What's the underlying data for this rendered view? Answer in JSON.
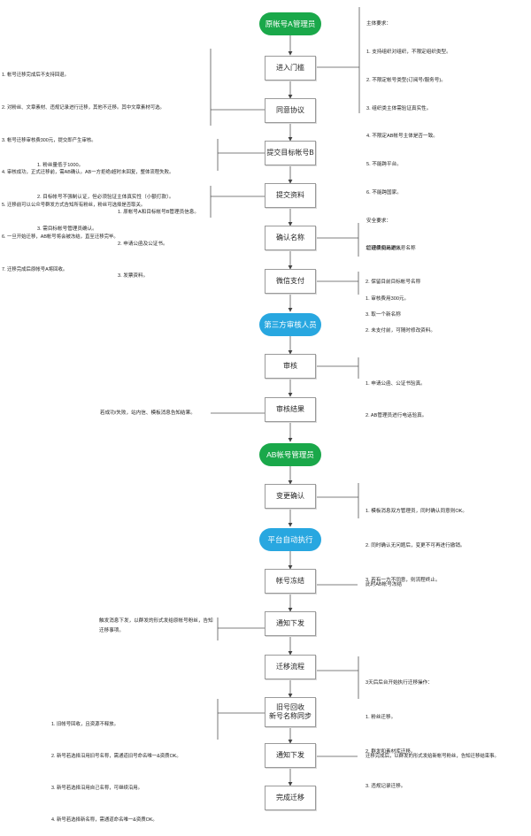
{
  "roles": {
    "owner_a": "原帐号A管理员",
    "third_party": "第三方审核人员",
    "ab_admin": "AB帐号管理员",
    "platform": "平台自动执行"
  },
  "steps": {
    "entry": "进入门槛",
    "agree": "同意协议",
    "submit_target": "提交目标帐号B",
    "submit_docs": "提交资料",
    "confirm_name": "确认名称",
    "wechat_pay": "微信支付",
    "review": "审核",
    "review_result": "审核结果",
    "change_confirm": "变更确认",
    "freeze": "帐号冻结",
    "notify1": "通知下发",
    "migration": "迁移流程",
    "reclaim_line1": "旧号回收",
    "reclaim_line2": "新号名称同步",
    "notify2": "通知下发",
    "done": "完成迁移"
  },
  "notes": {
    "requirements": [
      "主体要求：",
      "1. 支持组织对组织，不限定组织类型。",
      "2. 不限定帐号类型(订阅号/服务号)。",
      "3. 组织类主体需验证真实性。",
      "4. 不限定AB帐号主体是否一致。",
      "5. 不能跨平台。",
      "6. 不能跨国家。",
      "安全要求：",
      "管理员扫码进入。"
    ],
    "agreement": [
      "1. 帐号迁移完成后不支持回退。",
      "2. 对粉丝、文章素材、违规记录进行迁移，其他不迁移。其中文章素材可选。",
      "3. 帐号迁移审核费300元，提交即产生审核。",
      "4. 审核成功，正式迁移前，需AB确认。AB一方拒绝/超时未回复，整体流程失败。",
      "5. 迁移前可以公众号群发方式告知所有粉丝，粉丝可选择是否取关。",
      "6. 一旦开始迁移，AB帐号将会被冻结，直至迁移完毕。",
      "7. 迁移完成后原帐号A将回收。"
    ],
    "target": [
      "1. 粉丝量低于1000。",
      "2. 目标帐号不强制认证，但必须验证主体真实性（小额打款）。",
      "3. 需目标帐号管理员确认。"
    ],
    "docs": [
      "1. 原帐号A和目标帐号B管理员信息。",
      "2. 申请公函及公证书。",
      "3. 发票资料。"
    ],
    "name": [
      "1. 延续使用原帐号名称",
      "2. 保留目前目标帐号名称",
      "3. 取一个新名称"
    ],
    "pay": [
      "1. 审核费用300元。",
      "2. 未支付前，可随时修改资料。"
    ],
    "review": [
      "1. 申请公函、公证书验真。",
      "2. AB管理员进行电话验真。"
    ],
    "result": "若成功/失败，站内信、模板消息告知结果。",
    "change": [
      "1. 模板消息双方管理员，同时确认同意则OK。",
      "2. 同时确认无问题后，变更不可再进行撤销。",
      "3. 若有一方不同意，则流程终止。"
    ],
    "freeze": "此时AB帐号冻结",
    "notify1": "触发消息下发，以群发的形式发给原帐号粉丝，告知迁移事项。",
    "migration": [
      "3天后后台开始执行迁移操作：",
      "1. 粉丝迁移。",
      "2. 群发和素材库迁移。",
      "3. 违规记录迁移。"
    ],
    "reclaim": [
      "1. 旧帐号回收，且资源不释放。",
      "2. 新号若选择沿用旧号名称，需通道旧号命名唯一&资质OK。",
      "3. 新号若选择沿用自己名称，可继续沿用。",
      "4. 新号若选择新名称，需通道命名唯一&资质OK。"
    ],
    "notify2": "迁移完成后，以群发的形式发给新帐号粉丝，告知迁移结束事。"
  }
}
